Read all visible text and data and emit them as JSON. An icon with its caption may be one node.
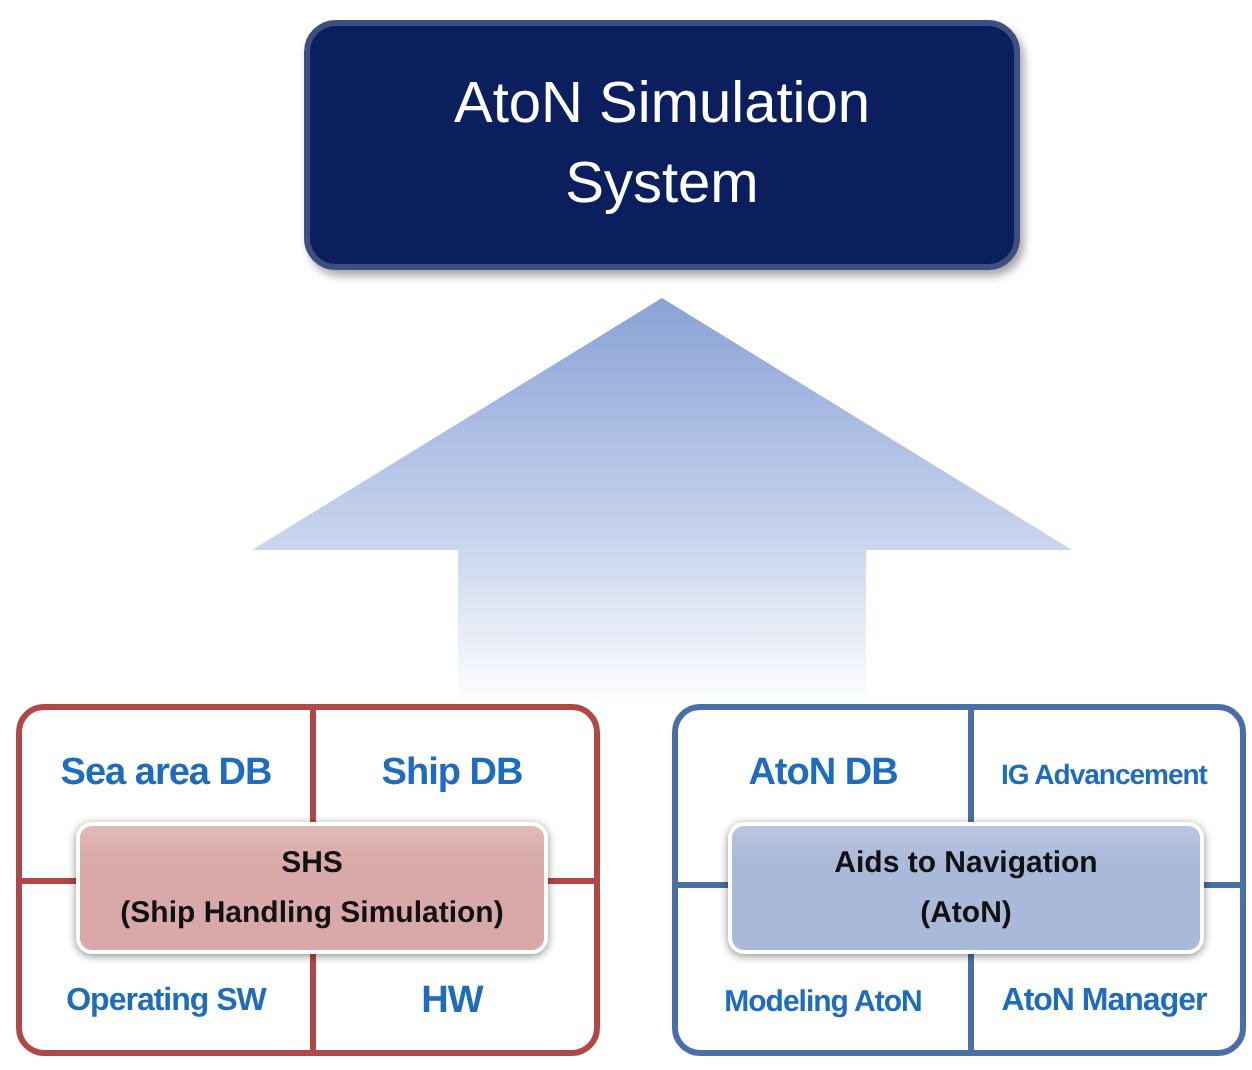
{
  "diagram": {
    "nodes": [
      {
        "text": [
          "AtoN Simulation System"
        ]
      },
      {
        "text": [],
        "shape": "box"
      },
      {
        "text": [
          "Sea area DB"
        ],
        "in": 1
      },
      {
        "text": [
          "Ship DB"
        ],
        "in": 1
      },
      {
        "text": [
          "SHS",
          "(Ship Handling Simulation)"
        ],
        "in": 1
      },
      {
        "text": [
          "Operating SW"
        ],
        "in": 1
      },
      {
        "text": [
          "HW"
        ],
        "in": 1
      },
      {
        "text": [],
        "shape": "box"
      },
      {
        "text": [
          "AtoN DB"
        ],
        "in": 7
      },
      {
        "text": [
          "IG Advancement"
        ],
        "in": 7
      },
      {
        "text": [
          "Aids to Navigation",
          "(AtoN)"
        ],
        "in": 7
      },
      {
        "text": [
          "Modeling AtoN"
        ],
        "in": 7
      },
      {
        "text": [
          "AtoN Manager"
        ],
        "in": 7
      }
    ],
    "edges": [
      {
        "from": 1,
        "to": 0,
        "arrow": "to"
      },
      {
        "from": 7,
        "to": 0,
        "arrow": "to"
      }
    ]
  }
}
